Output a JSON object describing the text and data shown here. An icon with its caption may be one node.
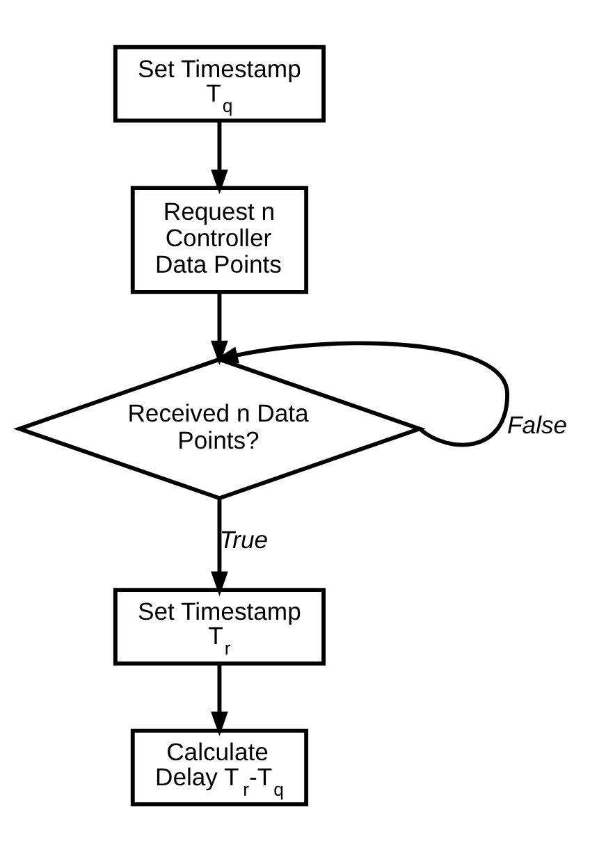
{
  "diagram": {
    "nodes": [
      {
        "text": [
          "Set Timestamp T$_{q}$"
        ]
      },
      {
        "text": [
          "Request n Controller Data Points"
        ]
      },
      {
        "text": [
          "Received n Data Points?"
        ]
      },
      {
        "text": [
          "Set Timestamp T$_{r}$"
        ]
      },
      {
        "text": [
          "Calculate Delay T$_{r}$-T$_{q}$"
        ]
      }
    ],
    "edges": [
      {
        "from": 0,
        "to": 1,
        "arrow": "to"
      },
      {
        "from": 1,
        "to": 2,
        "arrow": "to"
      },
      {
        "from": 2,
        "to": 3,
        "arrow": "to",
        "label": "True"
      },
      {
        "from": 3,
        "to": 4,
        "arrow": "to"
      },
      {
        "from": 2,
        "to": 2,
        "arrow": "to",
        "label": "False"
      }
    ]
  }
}
